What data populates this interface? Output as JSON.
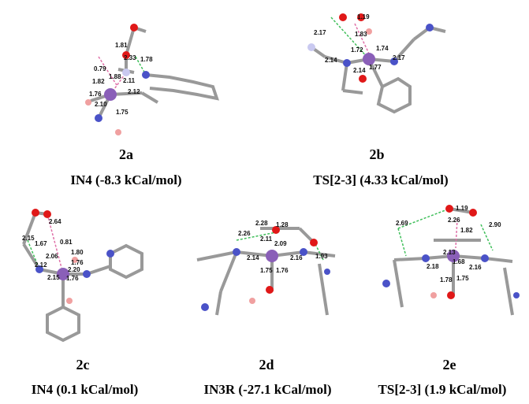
{
  "panels": [
    {
      "id": "2a",
      "caption": "IN4 (-8.3 kCal/mol)",
      "distances": [
        "1.81",
        "1.78",
        "2.33",
        "0.79",
        "1.88",
        "1.82",
        "2.11",
        "1.76",
        "2.12",
        "2.10",
        "1.75"
      ]
    },
    {
      "id": "2b",
      "caption": "TS[2-3] (4.33 kCal/mol)",
      "distances": [
        "1.19",
        "2.17",
        "1.83",
        "1.72",
        "1.74",
        "2.14",
        "2.17",
        "2.14",
        "1.77"
      ]
    },
    {
      "id": "2c",
      "caption": "IN4 (0.1 kCal/mol)",
      "distances": [
        "2.64",
        "2.15",
        "1.67",
        "0.81",
        "2.06",
        "1.80",
        "1.76",
        "2.12",
        "2.15",
        "2.20",
        "1.76"
      ]
    },
    {
      "id": "2d",
      "caption": "IN3R (-27.1 kCal/mol)",
      "distances": [
        "2.28",
        "2.26",
        "1.28",
        "2.11",
        "2.09",
        "1.93",
        "2.14",
        "2.16",
        "1.75",
        "1.76"
      ]
    },
    {
      "id": "2e",
      "caption": "TS[2-3] (1.9 kCal/mol)",
      "distances": [
        "1.19",
        "2.69",
        "2.26",
        "2.90",
        "1.82",
        "2.13",
        "1.68",
        "2.18",
        "2.16",
        "1.78",
        "1.75"
      ]
    }
  ],
  "colors": {
    "metal": "#8a5fb8",
    "nitrogen": "#4a52c8",
    "oxygen": "#e01818",
    "carbon": "#b0b0b0",
    "hydrogen": "#e8e8e8",
    "hbond_green": "#3fbf5a",
    "hbond_pink": "#e070a8"
  }
}
